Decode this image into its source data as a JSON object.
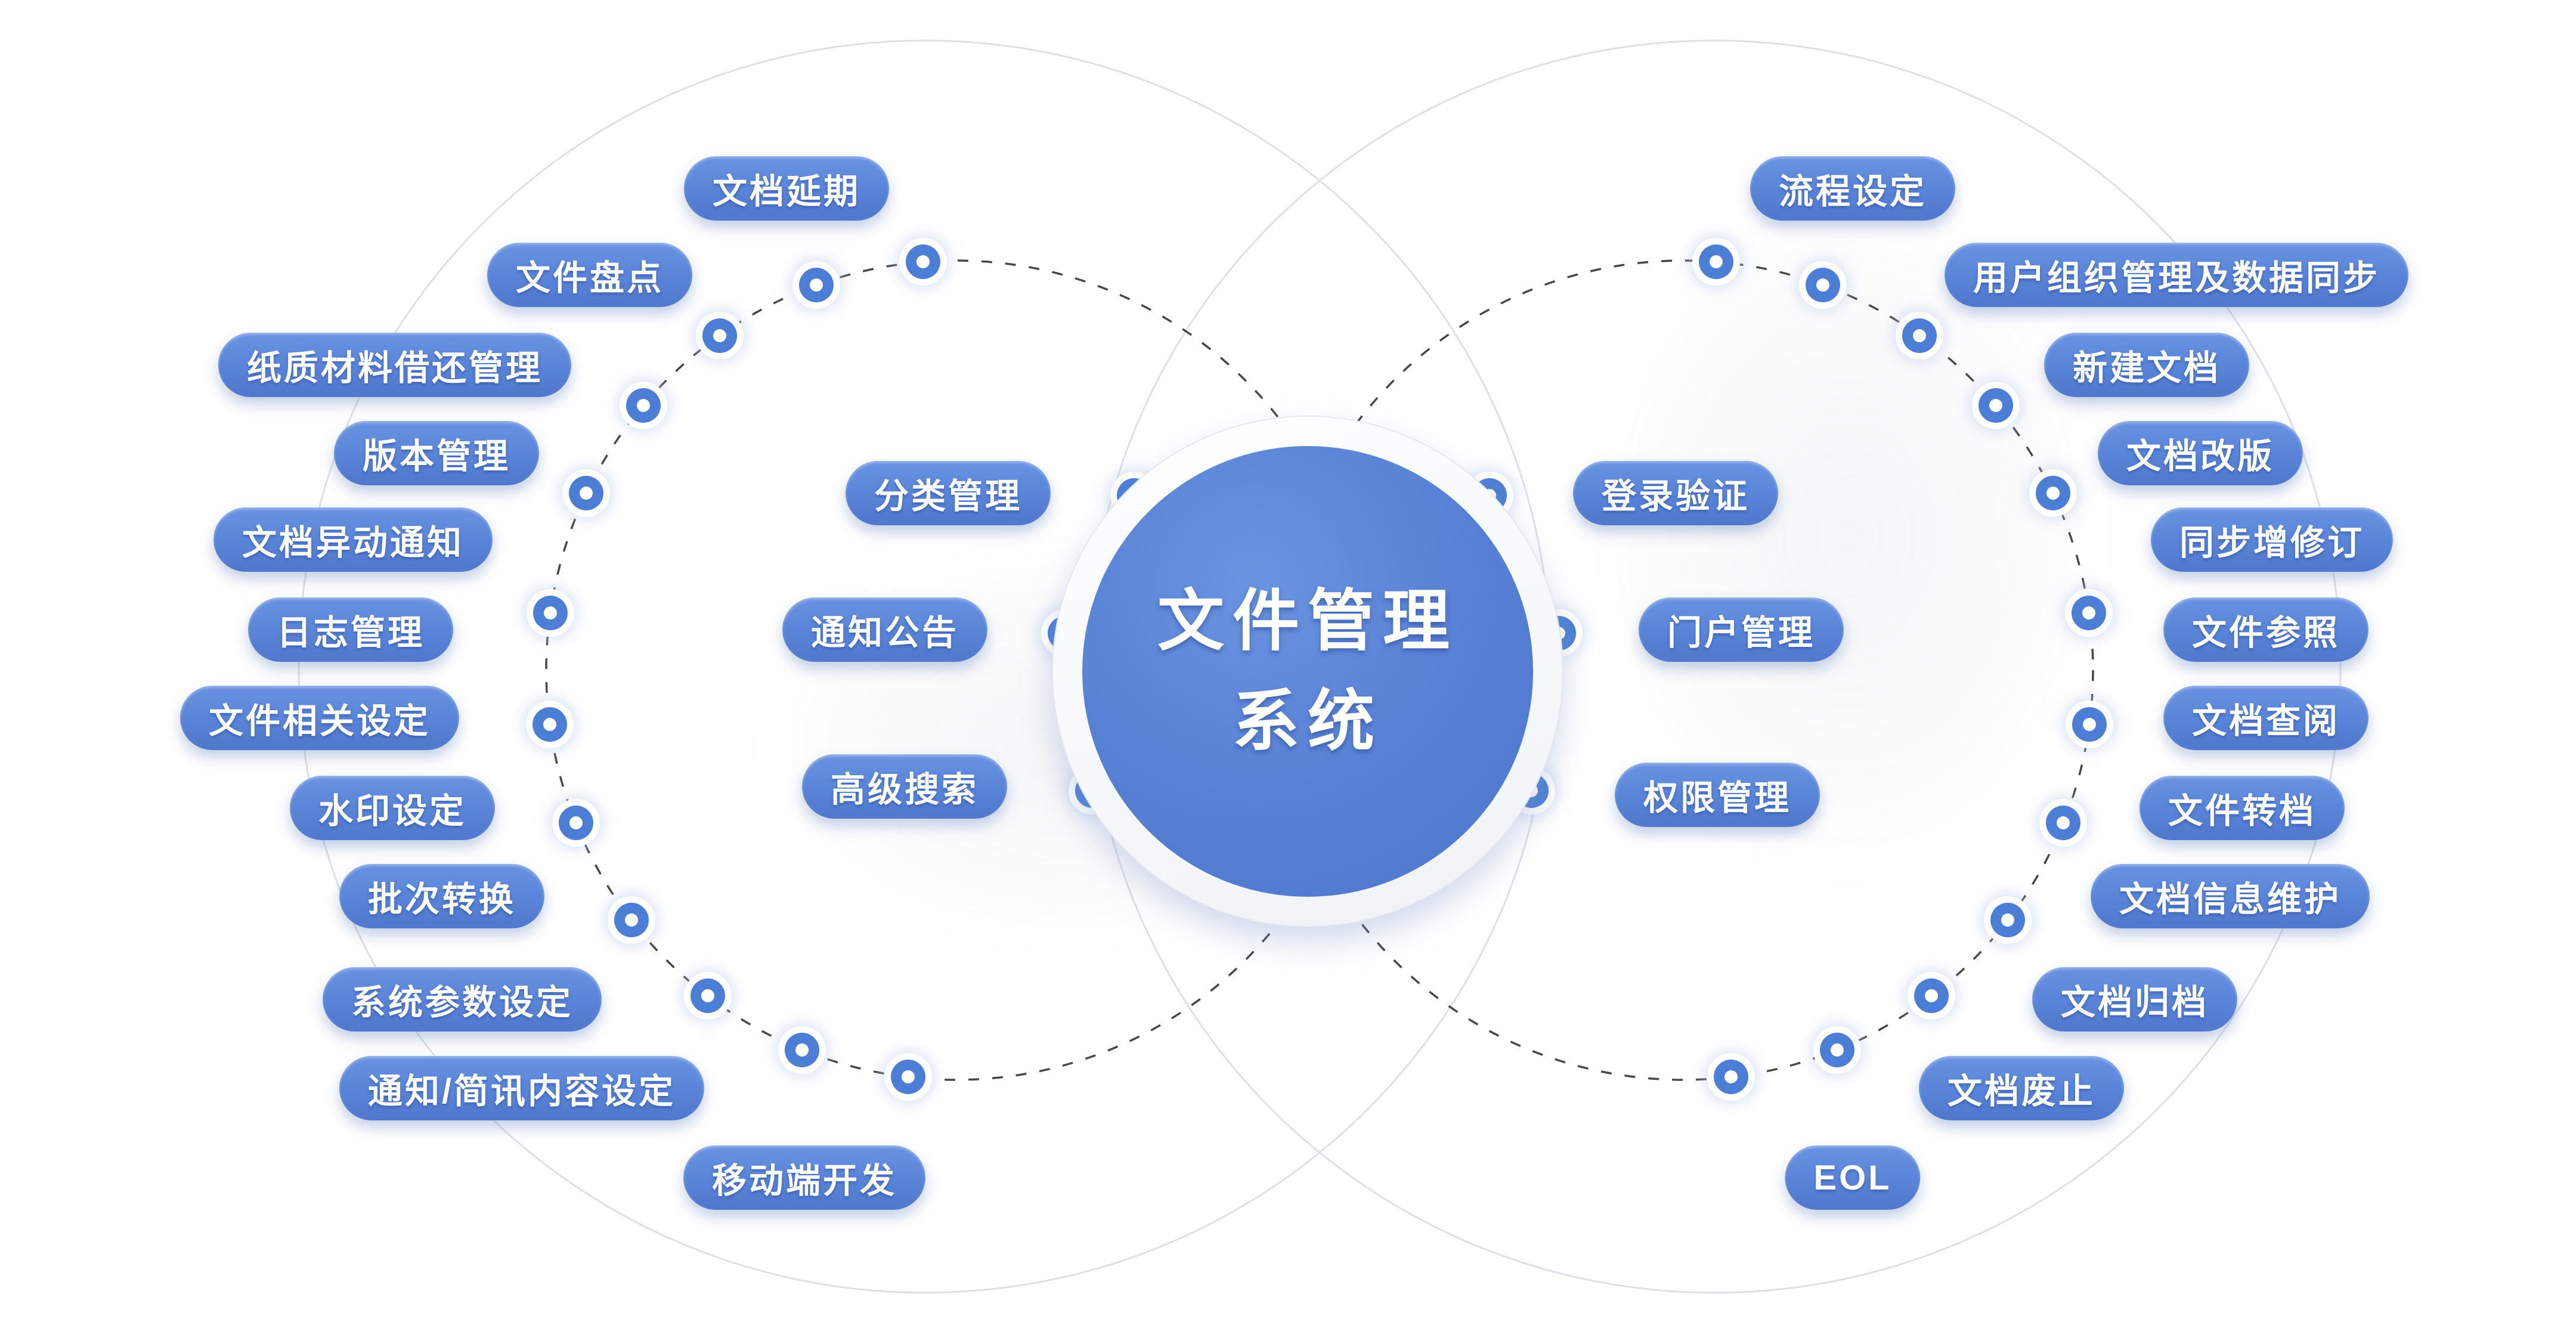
{
  "title": "文件管理系统",
  "center": {
    "line1": "文件管理",
    "line2": "系统"
  },
  "colors": {
    "pill_blue": "#5b86d9",
    "center_blue": "#577fd4",
    "node_blue": "#4d7ed6",
    "dash_gray": "#474747",
    "faint_circle_gray": "#dde1e6",
    "text_white": "#ffffff"
  },
  "left_branches": [
    "文档延期",
    "文件盘点",
    "纸质材料借还管理",
    "版本管理",
    "文档异动通知",
    "日志管理",
    "文件相关设定",
    "水印设定",
    "批次转换",
    "系统参数设定",
    "通知/简讯内容设定",
    "移动端开发"
  ],
  "left_core": [
    "分类管理",
    "通知公告",
    "高级搜索"
  ],
  "right_core": [
    "登录验证",
    "门户管理",
    "权限管理"
  ],
  "right_branches": [
    "流程设定",
    "用户组织管理及数据同步",
    "新建文档",
    "文档改版",
    "同步增修订",
    "文件参照",
    "文档查阅",
    "文件转档",
    "文档信息维护",
    "文档归档",
    "文档废止",
    "EOL"
  ]
}
